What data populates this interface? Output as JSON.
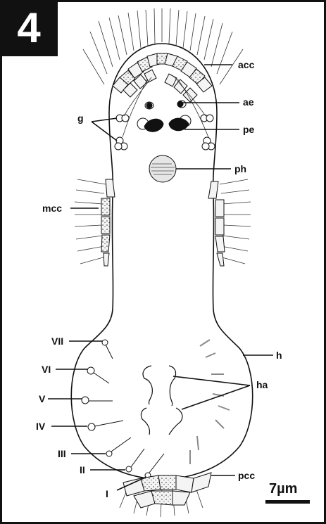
{
  "figure": {
    "panel_number": "4",
    "scale_bar_label": "7µm"
  },
  "labels": {
    "acc": "acc",
    "ae": "ae",
    "g": "g",
    "pe": "pe",
    "ph": "ph",
    "mcc": "mcc",
    "h": "h",
    "ha": "ha",
    "pcc": "pcc",
    "roman": [
      "VII",
      "VI",
      "V",
      "IV",
      "III",
      "II",
      "I"
    ]
  },
  "colors": {
    "line": "#111111",
    "cell_fill": "#f4f4f4",
    "hatch": "#8a8a8a"
  }
}
